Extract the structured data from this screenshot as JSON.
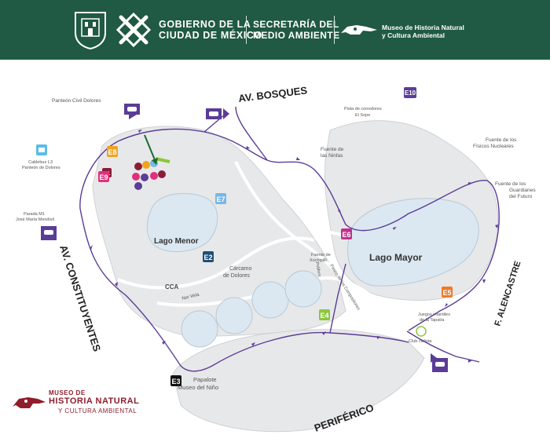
{
  "colors": {
    "header_bg": "#205944",
    "route": "#5b3c96",
    "water": "#dbe8f1",
    "park": "#e7e8e9",
    "road_fill": "#f4f4f4",
    "museo_red": "#8f1d2c"
  },
  "header": {
    "gobierno_line1": "GOBIERNO DE LA",
    "gobierno_line2": "CIUDAD DE MÉXICO",
    "secretaria_line1": "SECRETARÍA DEL",
    "secretaria_line2": "MEDIO AMBIENTE",
    "museo_line1": "Museo de Historia Natural",
    "museo_line2": "y Cultura Ambiental",
    "icons": [
      "cdmx-coat-of-arms-icon",
      "cdmx-logo-icon",
      "dinosaur-skull-icon"
    ]
  },
  "roads": {
    "bosques": "AV. BOSQUES",
    "constituyentes": "AV. CONSTITUYENTES",
    "periferico": "PERIFÉRICO",
    "alencastre": "F. ALENCASTRE",
    "nei_vela": "Nei Vela",
    "paseo_compositores": "Paseo de los Compositores",
    "poliforo": "Poliforo"
  },
  "places": {
    "panteon": "Panteón Civil Dolores",
    "pista_l1": "Pista de corredores",
    "pista_l2": "El Sope",
    "ninfas_l1": "Fuente de",
    "ninfas_l2": "las Ninfas",
    "fisicos_l1": "Fuente de los",
    "fisicos_l2": "Físicos Nucleares",
    "guardianes_l1": "Fuente de los",
    "guardianes_l2": "Guardianes",
    "guardianes_l3": "del Futuro",
    "cablebus_l1": "Cablebus L3",
    "cablebus_l2": "Panteón de Dolores",
    "parada_l1": "Parada M1",
    "parada_l2": "José María Mendivil",
    "lago_menor": "Lago Menor",
    "lago_mayor": "Lago Mayor",
    "carcamo_l1": "Cárcamo",
    "carcamo_l2": "de Dolores",
    "cca": "CCA",
    "xochipilli_l1": "Fuente de",
    "xochipilli_l2": "Xochipilli",
    "juegos_l1": "Juegos infantiles",
    "juegos_l2": "de la Tapatía",
    "club": "Club ciclista",
    "papalote_l1": "Papalote",
    "papalote_l2": "Museo del Niño"
  },
  "entrances": [
    {
      "id": "E1",
      "label": "E1",
      "color": "#8b1d3b"
    },
    {
      "id": "E2",
      "label": "E2",
      "color": "#1f4f7a"
    },
    {
      "id": "E3",
      "label": "E3",
      "color": "#111111"
    },
    {
      "id": "E4",
      "label": "E4",
      "color": "#8cc63e"
    },
    {
      "id": "E5",
      "label": "E5",
      "color": "#ec7a2a"
    },
    {
      "id": "E6",
      "label": "E6",
      "color": "#c0308c"
    },
    {
      "id": "E7",
      "label": "E7",
      "color": "#78b7e3"
    },
    {
      "id": "E8",
      "label": "E8",
      "color": "#f0a41c"
    },
    {
      "id": "E9",
      "label": "E9",
      "color": "#e0307c"
    },
    {
      "id": "E10",
      "label": "E10",
      "color": "#5b3c96"
    }
  ],
  "footer": {
    "museo_line1": "MUSEO DE",
    "museo_line2": "HISTORIA NATURAL",
    "museo_line3": "Y CULTURA AMBIENTAL"
  }
}
